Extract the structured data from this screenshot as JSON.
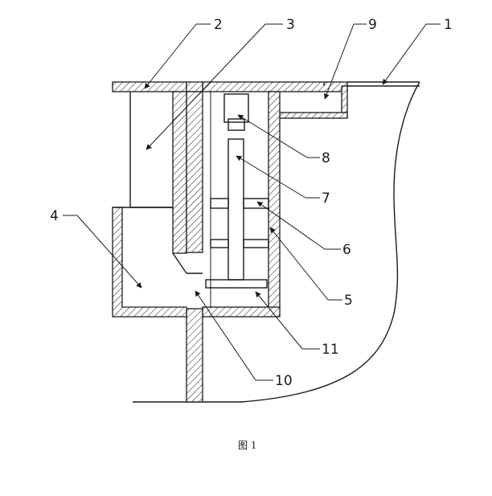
{
  "figure": {
    "caption": "图 1",
    "labels": {
      "l1": "1",
      "l2": "2",
      "l3": "3",
      "l4": "4",
      "l5": "5",
      "l6": "6",
      "l7": "7",
      "l8": "8",
      "l9": "9",
      "l10": "10",
      "l11": "11"
    }
  }
}
